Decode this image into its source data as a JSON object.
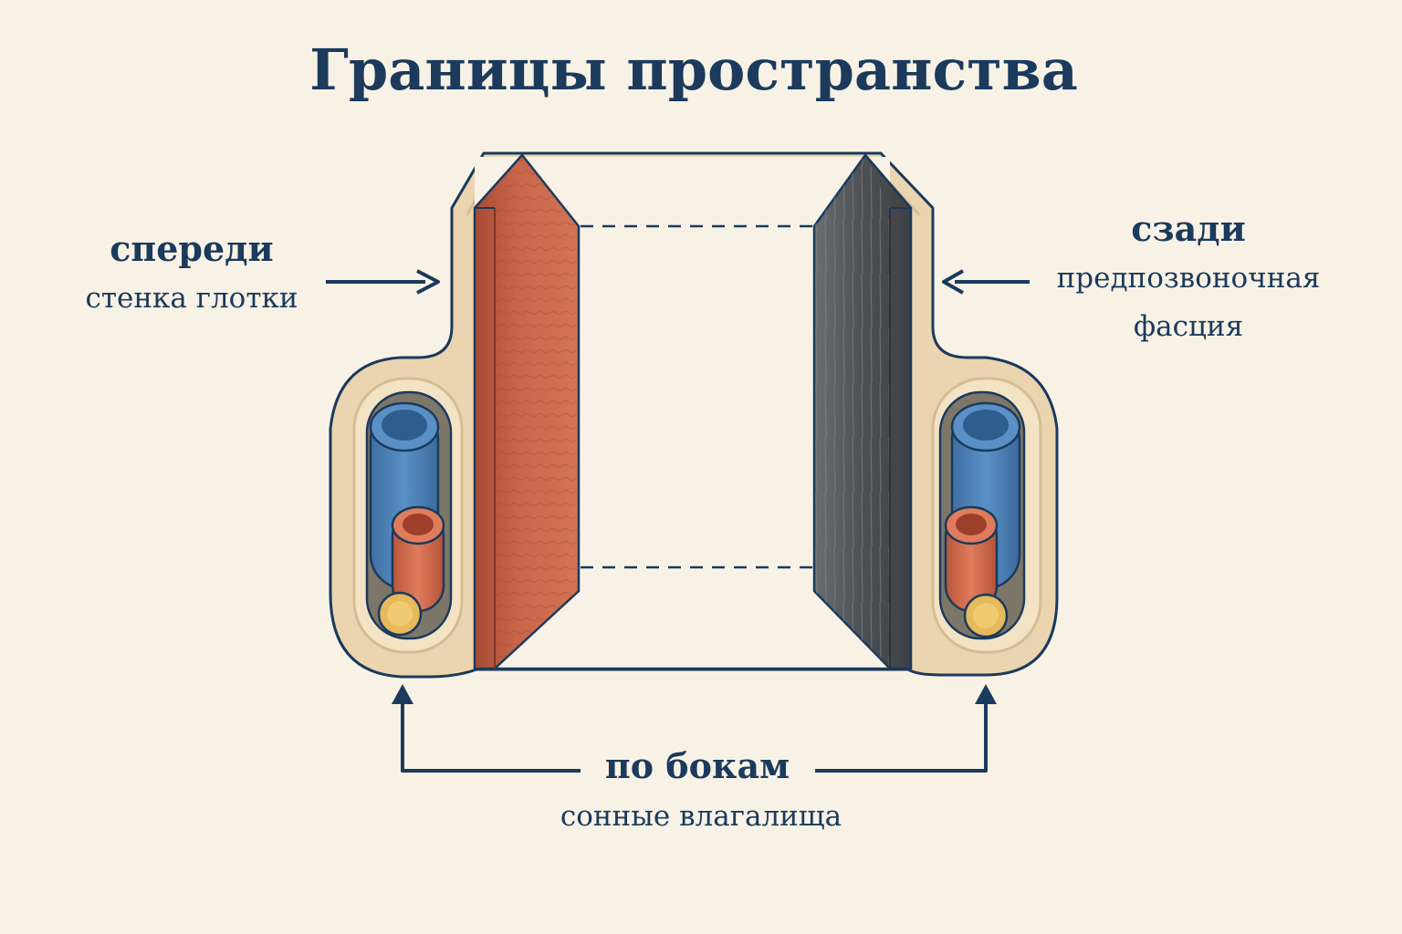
{
  "title": "Границы пространства",
  "labels": {
    "anterior": {
      "heading": "спереди",
      "text": "стенка глотки"
    },
    "posterior": {
      "heading": "сзади",
      "line1": "предпозвоночная",
      "line2": "фасция"
    },
    "lateral": {
      "heading": "по бокам",
      "text": "сонные влагалища"
    }
  },
  "colors": {
    "background": "#f8f2e6",
    "text": "#1b3a5c",
    "outline": "#1b3a5c",
    "fascia": "#ead5b0",
    "pharyngeal_wall": "#c8654a",
    "prevertebral_fascia": "#54575a",
    "vein": "#4a7fb5",
    "artery": "#cf6a4b",
    "nerve": "#e6b95a",
    "sheath_inner": "#7d7769"
  },
  "icons": {
    "arrows": "arrow-icon",
    "vessels": "vessel-icon"
  }
}
